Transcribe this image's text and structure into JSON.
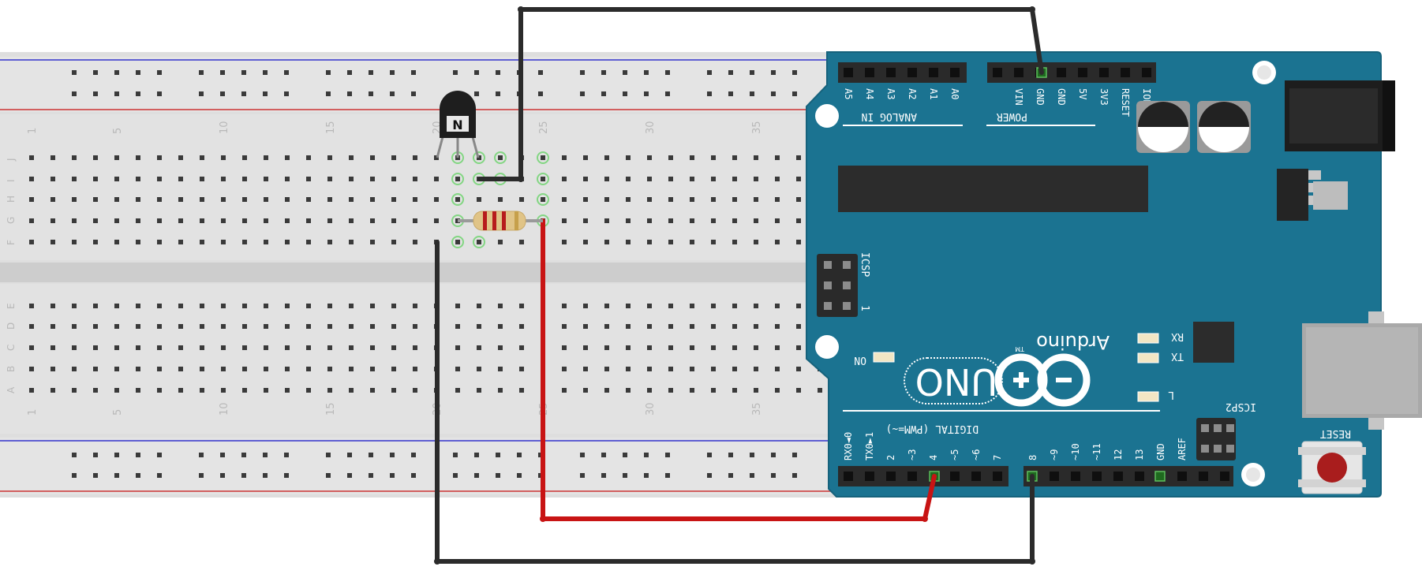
{
  "breadboard": {
    "column_numbers": [
      "1",
      "5",
      "10",
      "15",
      "20",
      "25",
      "30",
      "35"
    ],
    "row_letters_top": [
      "J",
      "I",
      "H",
      "G",
      "F"
    ],
    "row_letters_bottom": [
      "E",
      "D",
      "C",
      "B",
      "A"
    ]
  },
  "transistor": {
    "marking": "N"
  },
  "arduino": {
    "analog_pins": [
      "A5",
      "A4",
      "A3",
      "A2",
      "A1",
      "A0"
    ],
    "analog_header_label": "ANALOG IN",
    "power_pins": [
      "VIN",
      "GND",
      "GND",
      "5V",
      "3V3",
      "RESET",
      "IOREF"
    ],
    "power_header_label": "POWER",
    "digital_pins_low": [
      "RX0◄0",
      "TX0►1",
      "2",
      "~3",
      "4",
      "~5",
      "~6",
      "7"
    ],
    "digital_pins_high": [
      "8",
      "~9",
      "~10",
      "~11",
      "12",
      "13",
      "GND",
      "AREF"
    ],
    "digital_header_label": "DIGITAL (PWM=~)",
    "icsp_label": "ICSP",
    "icsp_pin_one": "1",
    "icsp2_label": "ICSP2",
    "on_label": "ON",
    "rx_label": "RX",
    "tx_label": "TX",
    "l_label": "L",
    "brand": "Arduino",
    "trademark": "TM",
    "model": "UNO",
    "reset_label": "RESET",
    "board_color": "#1b7391"
  },
  "wire_colors": {
    "black": "#2b2b2b",
    "red": "#c81414"
  }
}
